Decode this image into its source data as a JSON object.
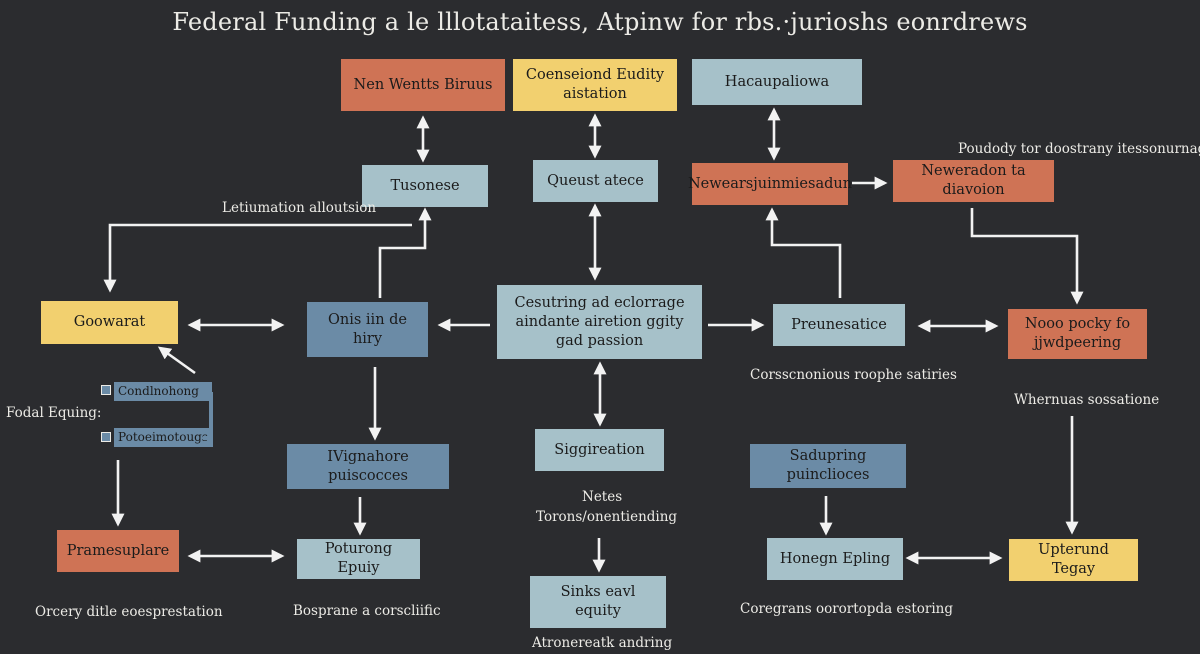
{
  "title": "Federal Funding a le lllotataitess, Atpinw for rbs.·jurioshs eonrdrews",
  "boxes": {
    "nen_wents": "Nen Wentts Biruus",
    "coensesiond": "Coenseiond Eudity aistation",
    "hacanpaliowa": "Hacaupaliowa",
    "tusonese": "Tusonese",
    "quest_atece": "Queust atece",
    "newearsj": "Newearsjuinmiesadun",
    "neweradon": "Neweradon ta diavoion",
    "goowarat": "Goowarat",
    "onis_in_de": "Onis iin de hiry",
    "cesutring": "Cesutring ad eclorrage aindante airetion ggity gad passion",
    "preunesatice": "Preunesatice",
    "noon_pocky": "Nooo pocky fo jjwdpeering",
    "ivignahore": "IVignahore puiscocces",
    "siggireation": "Siggireation",
    "sadupring": "Sadupring puinclioces",
    "pramesuplare": "Pramesuplare",
    "potrurong": "Poturong Epuiy",
    "sinks_eavl": "Sinks eavl equity",
    "honegn": "Honegn Epling",
    "upterund": "Upterund Tegay"
  },
  "labels": {
    "letumation": "Letiumation alloutsion",
    "poudody": "Poudody tor doostrany itessonurnagy",
    "fodal_equing": "Fodal Equing:",
    "corsscnonious": "Corsscnonious roophe satiries",
    "wherunus": "Whernuas sossatione",
    "netes": "Netes",
    "torons": "Torons/onentiending",
    "orcery": "Orcery ditle eoesprestation",
    "bosprane": "Bosprane a corscliific",
    "coregrans": "Coregrans oorortopda estoring",
    "atronereatk": "Atronereatk andring"
  },
  "mini_items": [
    "Condlnohong",
    "Potoeimotougs"
  ],
  "colors": {
    "background": "#2b2c2f",
    "orange": "#cf7355",
    "yellow": "#f2d06f",
    "light_blue": "#a6c1c9",
    "mid_blue": "#6b8ba6",
    "arrow": "#f2f2f2",
    "text_light": "#ecebe6"
  }
}
